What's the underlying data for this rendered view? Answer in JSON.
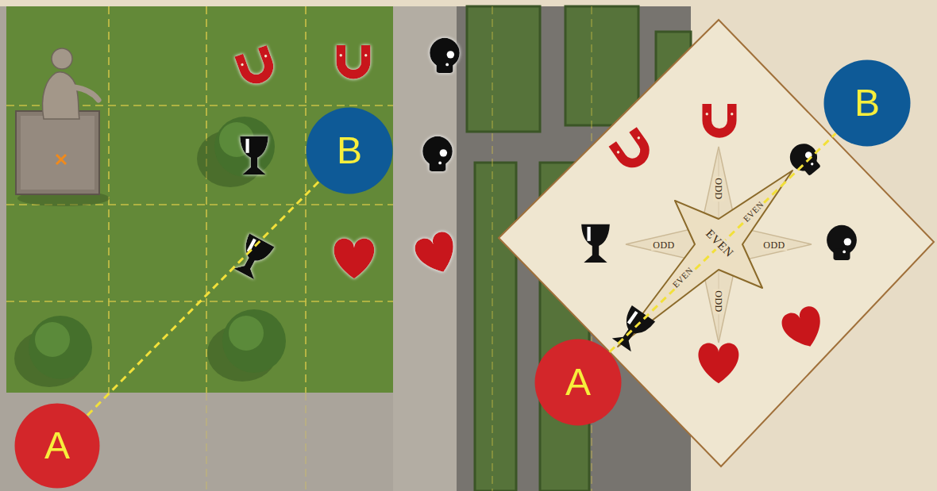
{
  "diagram": {
    "nodes": [
      {
        "text": [
          "B"
        ]
      },
      {
        "text": [
          "A"
        ]
      },
      {
        "text": [
          "B"
        ]
      },
      {
        "text": [
          "A"
        ]
      }
    ],
    "edges": [
      {
        "from": 1,
        "to": 0,
        "arrow": "none"
      },
      {
        "from": 3,
        "to": 2,
        "arrow": "none"
      }
    ],
    "labels": [
      "ODD",
      "EVEN",
      "ODD",
      "EVEN",
      "ODD",
      "EVEN",
      "ODD"
    ]
  }
}
